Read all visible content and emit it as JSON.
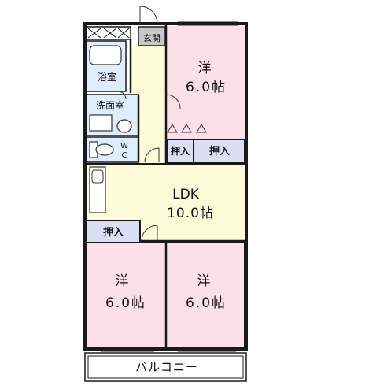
{
  "rooms": {
    "entrance": "玄関",
    "bath": "浴室",
    "washroom": "洗面室",
    "wc_w": "W",
    "wc_c": "C",
    "bedroom_ne_type": "洋",
    "bedroom_ne_size": "6.0帖",
    "closet_1": "押入",
    "closet_2": "押入",
    "ldk_type": "LDK",
    "ldk_size": "10.0帖",
    "closet_3": "押入",
    "bedroom_sw_type": "洋",
    "bedroom_sw_size": "6.0帖",
    "bedroom_se_type": "洋",
    "bedroom_se_size": "6.0帖",
    "balcony": "バルコニー"
  },
  "colors": {
    "bedroom": "#fbe0ea",
    "ldk": "#fdfbd8",
    "closet": "#dcdff3",
    "wet_area": "#dfeefe",
    "entrance": "#c8c8c8",
    "wall": "#1a1a1a"
  }
}
